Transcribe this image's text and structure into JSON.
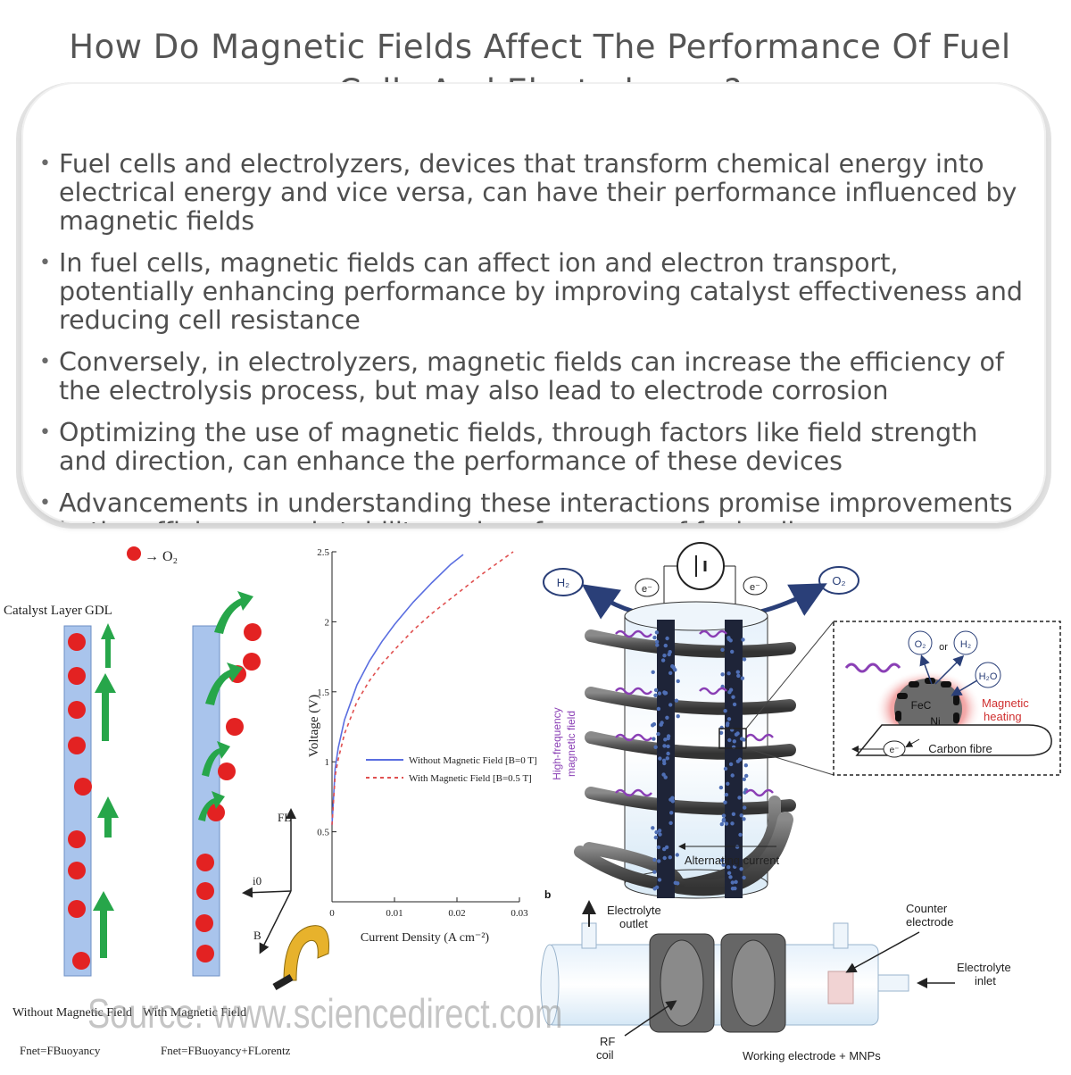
{
  "title": "How Do Magnetic Fields Affect The Performance Of Fuel Cells And Electrolyzers?",
  "bullets": [
    "Fuel cells and electrolyzers, devices that transform chemical energy into electrical energy and vice versa, can have their performance influenced by magnetic fields",
    "In fuel cells, magnetic fields can affect ion and electron transport, potentially enhancing performance by improving catalyst effectiveness and reducing cell resistance",
    "Conversely, in electrolyzers, magnetic fields can increase the efficiency of the electrolysis process, but may also lead to electrode corrosion",
    "Optimizing the use of magnetic fields, through factors like field strength and direction, can enhance the performance of these devices",
    "Advancements in understanding these interactions promise improvements in the efficiency and stability and performance of fuel cells"
  ],
  "left_fig": {
    "legend_o2": "→ O₂",
    "catalyst_layer": "Catalyst Layer",
    "gdl": "GDL",
    "without_label": "Without Magnetic Field",
    "with_label": "With Magnetic Field",
    "formula_without": "Fnet=FBuoyancy",
    "formula_with": "Fnet=FBuoyancy+FLorentz",
    "axis_FL": "FL",
    "axis_i": "i0",
    "axis_B": "B"
  },
  "chart_data": {
    "type": "line",
    "xlabel": "Current Density (A cm⁻²)",
    "ylabel": "Voltage (V)",
    "xlim": [
      0,
      0.03
    ],
    "ylim": [
      0,
      2.5
    ],
    "xticks": [
      "0",
      "0.01",
      "0.02",
      "0.03"
    ],
    "yticks": [
      "0.5",
      "1",
      "1.5",
      "2",
      "2.5"
    ],
    "series": [
      {
        "name": "Without Magnetic Field [B=0 T]",
        "color": "#5a6ee0",
        "style": "solid",
        "x": [
          0,
          0.0005,
          0.001,
          0.002,
          0.004,
          0.006,
          0.008,
          0.01,
          0.013,
          0.016,
          0.019,
          0.021
        ],
        "y": [
          0.55,
          0.95,
          1.1,
          1.3,
          1.55,
          1.72,
          1.86,
          1.98,
          2.14,
          2.28,
          2.41,
          2.48
        ]
      },
      {
        "name": "With Magnetic Field [B=0.5 T]",
        "color": "#e05050",
        "style": "dashed",
        "x": [
          0,
          0.0005,
          0.001,
          0.002,
          0.004,
          0.006,
          0.008,
          0.01,
          0.013,
          0.016,
          0.02,
          0.024,
          0.029
        ],
        "y": [
          0.55,
          0.9,
          1.02,
          1.2,
          1.43,
          1.58,
          1.7,
          1.8,
          1.94,
          2.06,
          2.2,
          2.34,
          2.5
        ]
      }
    ]
  },
  "right_fig": {
    "h2": "H₂",
    "o2": "O₂",
    "e1": "e⁻",
    "e2": "e⁻",
    "hf_label_1": "High-frequency",
    "hf_label_2": "magnetic field",
    "alt_current": "Alternating current",
    "inset_o2": "O₂",
    "inset_or": "or",
    "inset_h2": "H₂",
    "inset_h2o": "H₂O",
    "inset_fec": "FeC",
    "inset_ni": "Ni",
    "inset_heat_1": "Magnetic",
    "inset_heat_2": "heating",
    "inset_e": "e⁻",
    "inset_carbon": "Carbon fibre",
    "panel_b": "b",
    "outlet_1": "Electrolyte",
    "outlet_2": "outlet",
    "counter_1": "Counter",
    "counter_2": "electrode",
    "inlet_1": "Electrolyte",
    "inlet_2": "inlet",
    "rf_1": "RF",
    "rf_2": "coil",
    "working": "Working electrode + MNPs"
  },
  "watermark": "Source: www.sciencedirect.com"
}
